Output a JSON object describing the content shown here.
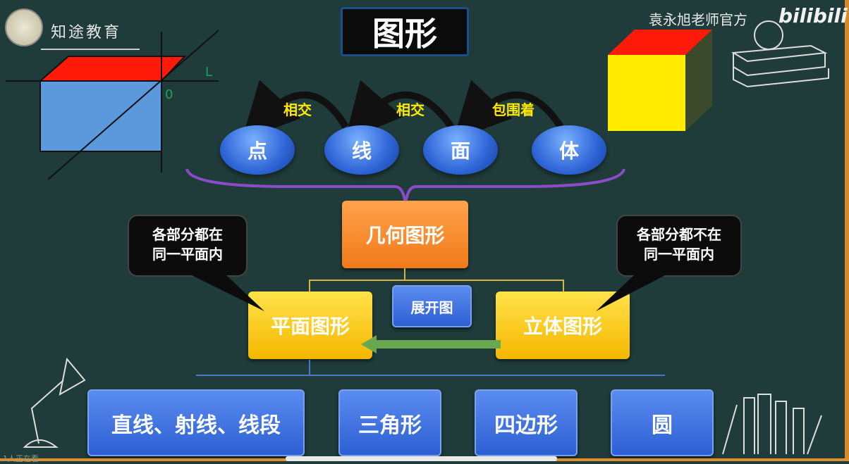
{
  "header": {
    "title": "图形",
    "watermark": "袁永旭老师官方",
    "platform": "bilibili",
    "logo_text": "知途教育"
  },
  "figure_left": {
    "label_L": "L",
    "label_O": "0"
  },
  "elements": {
    "items": [
      "点",
      "线",
      "面",
      "体"
    ],
    "relations": [
      "相交",
      "相交",
      "包围着"
    ]
  },
  "tree": {
    "root": "几何图形",
    "plane": "平面图形",
    "solid": "立体图形",
    "net": "展开图",
    "plane_callout": [
      "各部分都在",
      "同一平面内"
    ],
    "solid_callout": [
      "各部分都不在",
      "同一平面内"
    ],
    "children": [
      "直线、射线、线段",
      "三角形",
      "四边形",
      "圆"
    ]
  },
  "footer": {
    "viewers": "1人正在看"
  },
  "colors": {
    "background": "#1f3b3a",
    "orange": "#f07a1a",
    "yellow": "#f5b700",
    "blue": "#2d5fd3"
  }
}
